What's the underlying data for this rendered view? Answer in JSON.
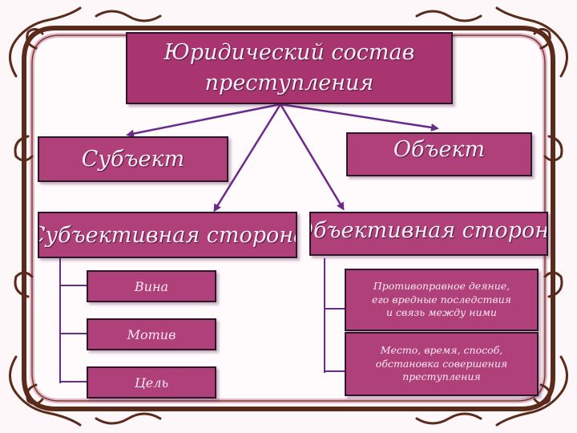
{
  "colors": {
    "box_fill": "#b0407a",
    "box_border": "#2c1628",
    "text": "#fbeef6",
    "connector": "#6a2a8a",
    "ornament": "#5a2a1a",
    "frame_inner": "#e9c7d7"
  },
  "title": {
    "line1": "Юридический состав",
    "line2": "преступления"
  },
  "nodes": {
    "subject": "Субъект",
    "object": "Объект",
    "subjective_side": "Субъективная сторона",
    "objective_side": "Объективная сторона"
  },
  "subjective_items": [
    "Вина",
    "Мотив",
    "Цель"
  ],
  "objective_items": [
    [
      "Противоправное деяние,",
      "его вредные последствия",
      "и связь между ними"
    ],
    [
      "Место, время, способ,",
      "обстановка совершения",
      "преступления"
    ]
  ]
}
